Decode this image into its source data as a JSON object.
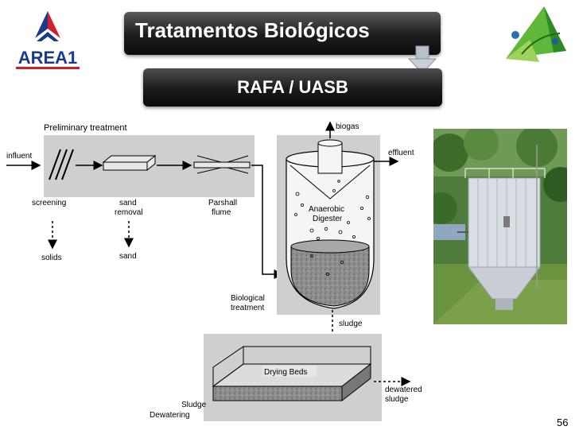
{
  "header": {
    "title": "Tratamentos Biológicos",
    "subtitle": "RAFA / UASB"
  },
  "logos": {
    "left_logo_text": "AREA1",
    "left_logo_icon": "area1-logo-icon",
    "right_logo_icon": "leaf-logo-icon"
  },
  "diagram": {
    "preliminary_title": "Preliminary treatment",
    "influent": "influent",
    "screening": "screening",
    "sand_removal_line1": "sand",
    "sand_removal_line2": "removal",
    "parshall_line1": "Parshall",
    "parshall_line2": "flume",
    "solids": "solids",
    "sand": "sand",
    "biogas": "biogas",
    "effluent": "effluent",
    "digester_line1": "Anaerobic",
    "digester_line2": "Digester",
    "biological_line1": "Biological",
    "biological_line2": "treatment",
    "sludge": "sludge",
    "drying_beds": "Drying Beds",
    "dewatered_line1": "dewatered",
    "dewatered_line2": "sludge",
    "sludge_dewatering_line1": "Sludge",
    "sludge_dewatering_line2": "Dewatering"
  },
  "photo": {
    "icon": "uasb-reactor-photo"
  },
  "footer": {
    "page_number": "56"
  },
  "colors": {
    "title_bg": "#1c1c1c",
    "title_text": "#ffffff",
    "panel_grey": "#cfcfcf",
    "sludge_grey": "#8a8a8a"
  }
}
